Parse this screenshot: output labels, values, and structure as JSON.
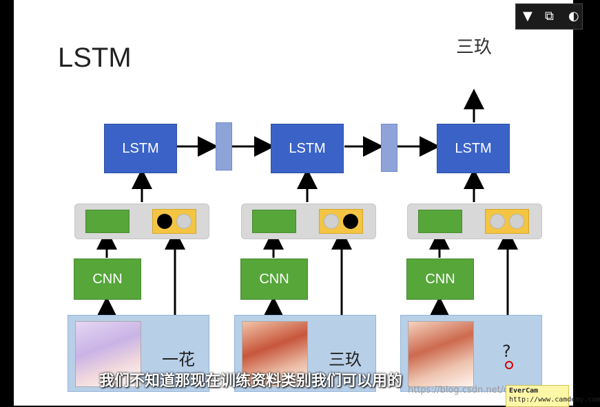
{
  "window": {
    "controls": [
      "▼",
      "⧉",
      "◐"
    ]
  },
  "slide": {
    "title": "LSTM",
    "output_label": "三玖",
    "columns": [
      {
        "lstm_label": "LSTM",
        "cnn_label": "CNN",
        "input_label": "一花",
        "dots": [
          "black",
          "gray"
        ]
      },
      {
        "lstm_label": "LSTM",
        "cnn_label": "CNN",
        "input_label": "三玖",
        "dots": [
          "gray",
          "black"
        ]
      },
      {
        "lstm_label": "LSTM",
        "cnn_label": "CNN",
        "input_label": "?",
        "dots": [
          "gray",
          "gray"
        ]
      }
    ]
  },
  "subtitle": "我们不知道那现在训练资料类别我们可以用的",
  "watermark": "https://blog.csdn.net/qq_41...",
  "evercam": {
    "title": "EverCam",
    "url": "http://www.camdemy.com"
  }
}
